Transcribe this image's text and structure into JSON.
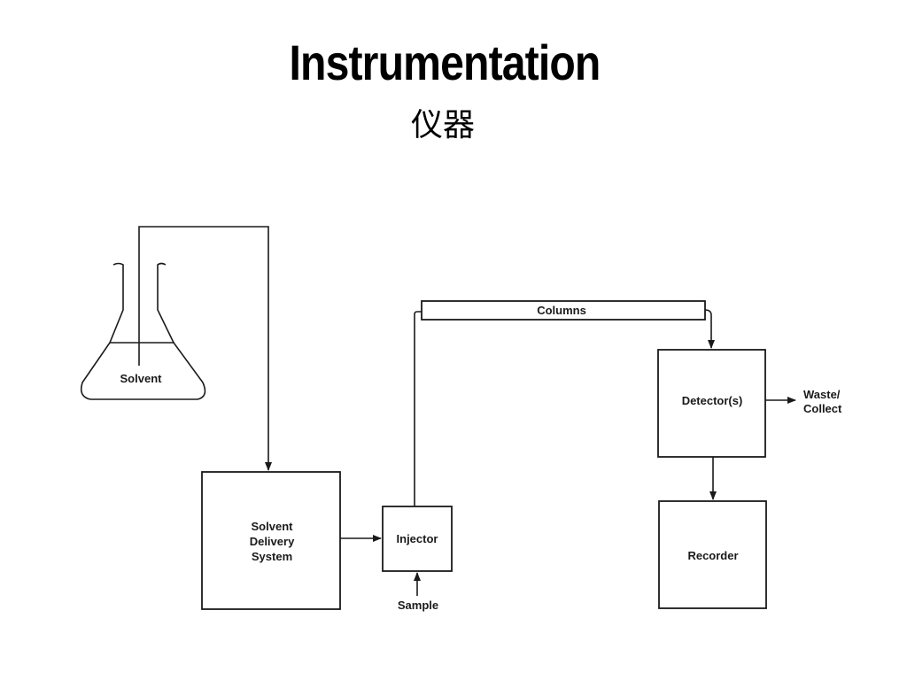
{
  "slide": {
    "title": "Instrumentation",
    "subtitle": "仪器"
  },
  "diagram": {
    "nodes": {
      "solvent": "Solvent",
      "solvent_delivery": [
        "Solvent",
        "Delivery",
        "System"
      ],
      "injector": "Injector",
      "sample": "Sample",
      "columns": "Columns",
      "detector": "Detector(s)",
      "waste": [
        "Waste/",
        "Collect"
      ],
      "recorder": "Recorder"
    },
    "edges": [
      {
        "from": "Solvent",
        "to": "Solvent Delivery System"
      },
      {
        "from": "Solvent Delivery System",
        "to": "Injector"
      },
      {
        "from": "Sample",
        "to": "Injector"
      },
      {
        "from": "Injector",
        "to": "Columns"
      },
      {
        "from": "Columns",
        "to": "Detector(s)"
      },
      {
        "from": "Detector(s)",
        "to": "Waste/Collect"
      },
      {
        "from": "Detector(s)",
        "to": "Recorder"
      }
    ]
  }
}
